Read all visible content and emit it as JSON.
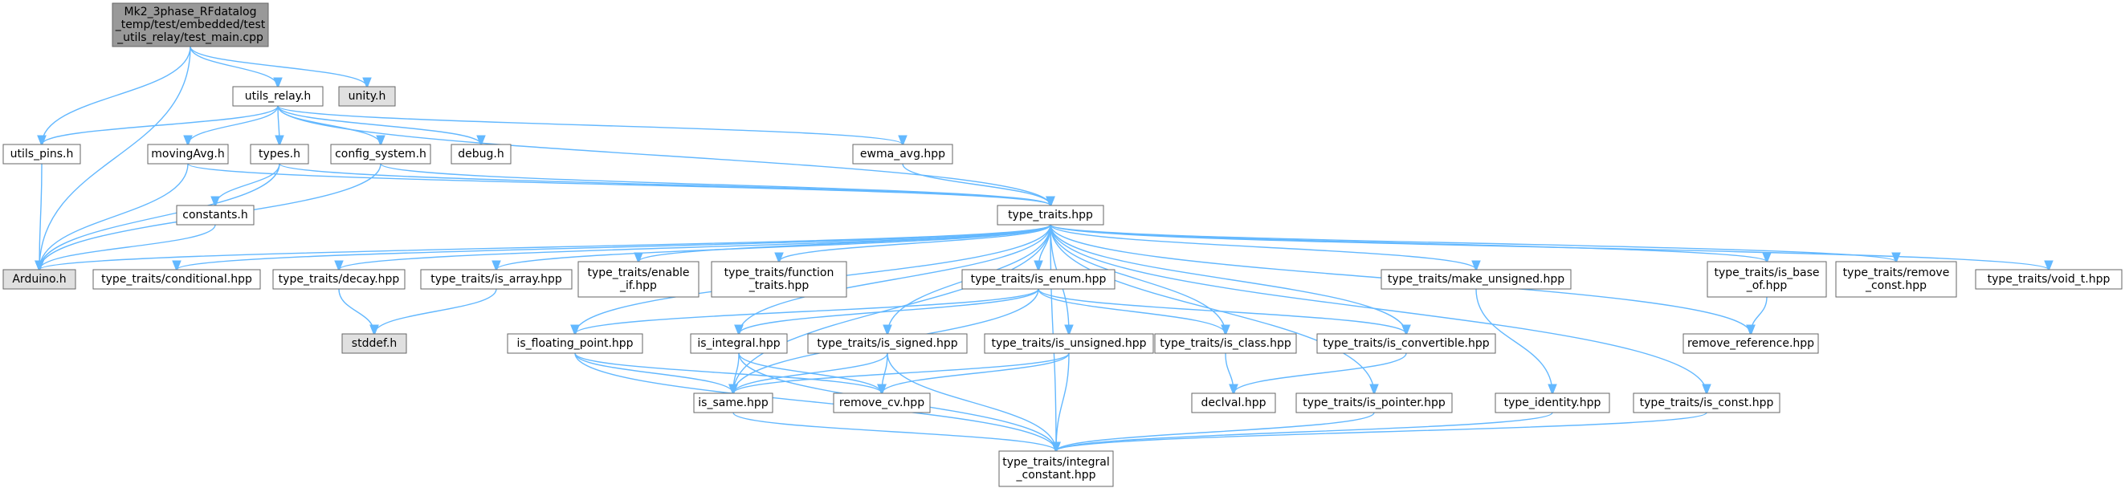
{
  "colors": {
    "edge": "#63b8ff",
    "node_border": "#666666",
    "node_fill": "#ffffff",
    "node_root_fill": "#999999",
    "node_external_fill": "#e0e0e0",
    "text": "#000000"
  },
  "nodes": [
    {
      "id": "root",
      "lines": [
        "Mk2_3phase_RFdatalog",
        "_temp/test/embedded/test",
        "_utils_relay/test_main.cpp"
      ],
      "style": "root"
    },
    {
      "id": "unity",
      "lines": [
        "unity.h"
      ],
      "style": "external"
    },
    {
      "id": "utils_relay",
      "lines": [
        "utils_relay.h"
      ],
      "style": "normal"
    },
    {
      "id": "utils_pins",
      "lines": [
        "utils_pins.h"
      ],
      "style": "normal"
    },
    {
      "id": "movingAvg",
      "lines": [
        "movingAvg.h"
      ],
      "style": "normal"
    },
    {
      "id": "types",
      "lines": [
        "types.h"
      ],
      "style": "normal"
    },
    {
      "id": "config_system",
      "lines": [
        "config_system.h"
      ],
      "style": "normal"
    },
    {
      "id": "debug",
      "lines": [
        "debug.h"
      ],
      "style": "normal"
    },
    {
      "id": "ewma_avg",
      "lines": [
        "ewma_avg.hpp"
      ],
      "style": "normal"
    },
    {
      "id": "constants",
      "lines": [
        "constants.h"
      ],
      "style": "normal"
    },
    {
      "id": "arduino",
      "lines": [
        "Arduino.h"
      ],
      "style": "external"
    },
    {
      "id": "type_traits",
      "lines": [
        "type_traits.hpp"
      ],
      "style": "normal"
    },
    {
      "id": "conditional",
      "lines": [
        "type_traits/conditional.hpp"
      ],
      "style": "normal"
    },
    {
      "id": "decay",
      "lines": [
        "type_traits/decay.hpp"
      ],
      "style": "normal"
    },
    {
      "id": "is_array",
      "lines": [
        "type_traits/is_array.hpp"
      ],
      "style": "normal"
    },
    {
      "id": "enable_if",
      "lines": [
        "type_traits/enable",
        "_if.hpp"
      ],
      "style": "normal"
    },
    {
      "id": "function_traits",
      "lines": [
        "type_traits/function",
        "_traits.hpp"
      ],
      "style": "normal"
    },
    {
      "id": "is_enum",
      "lines": [
        "type_traits/is_enum.hpp"
      ],
      "style": "normal"
    },
    {
      "id": "make_unsigned",
      "lines": [
        "type_traits/make_unsigned.hpp"
      ],
      "style": "normal"
    },
    {
      "id": "is_base_of",
      "lines": [
        "type_traits/is_base",
        "_of.hpp"
      ],
      "style": "normal"
    },
    {
      "id": "remove_const",
      "lines": [
        "type_traits/remove",
        "_const.hpp"
      ],
      "style": "normal"
    },
    {
      "id": "void_t",
      "lines": [
        "type_traits/void_t.hpp"
      ],
      "style": "normal"
    },
    {
      "id": "stddef",
      "lines": [
        "stddef.h"
      ],
      "style": "external"
    },
    {
      "id": "is_floating_point",
      "lines": [
        "is_floating_point.hpp"
      ],
      "style": "normal"
    },
    {
      "id": "is_integral",
      "lines": [
        "is_integral.hpp"
      ],
      "style": "normal"
    },
    {
      "id": "is_signed",
      "lines": [
        "type_traits/is_signed.hpp"
      ],
      "style": "normal"
    },
    {
      "id": "is_unsigned",
      "lines": [
        "type_traits/is_unsigned.hpp"
      ],
      "style": "normal"
    },
    {
      "id": "is_class",
      "lines": [
        "type_traits/is_class.hpp"
      ],
      "style": "normal"
    },
    {
      "id": "is_convertible",
      "lines": [
        "type_traits/is_convertible.hpp"
      ],
      "style": "normal"
    },
    {
      "id": "remove_reference",
      "lines": [
        "remove_reference.hpp"
      ],
      "style": "normal"
    },
    {
      "id": "is_same",
      "lines": [
        "is_same.hpp"
      ],
      "style": "normal"
    },
    {
      "id": "remove_cv",
      "lines": [
        "remove_cv.hpp"
      ],
      "style": "normal"
    },
    {
      "id": "declval",
      "lines": [
        "declval.hpp"
      ],
      "style": "normal"
    },
    {
      "id": "is_pointer",
      "lines": [
        "type_traits/is_pointer.hpp"
      ],
      "style": "normal"
    },
    {
      "id": "type_identity",
      "lines": [
        "type_identity.hpp"
      ],
      "style": "normal"
    },
    {
      "id": "is_const",
      "lines": [
        "type_traits/is_const.hpp"
      ],
      "style": "normal"
    },
    {
      "id": "integral_constant",
      "lines": [
        "type_traits/integral",
        "_constant.hpp"
      ],
      "style": "normal"
    }
  ],
  "edges": [
    [
      "root",
      "unity"
    ],
    [
      "root",
      "utils_relay"
    ],
    [
      "root",
      "utils_pins"
    ],
    [
      "root",
      "arduino"
    ],
    [
      "utils_relay",
      "utils_pins"
    ],
    [
      "utils_relay",
      "movingAvg"
    ],
    [
      "utils_relay",
      "types"
    ],
    [
      "utils_relay",
      "config_system"
    ],
    [
      "utils_relay",
      "debug"
    ],
    [
      "utils_relay",
      "ewma_avg"
    ],
    [
      "utils_relay",
      "type_traits"
    ],
    [
      "utils_pins",
      "arduino"
    ],
    [
      "movingAvg",
      "arduino"
    ],
    [
      "movingAvg",
      "type_traits"
    ],
    [
      "types",
      "constants"
    ],
    [
      "types",
      "arduino"
    ],
    [
      "types",
      "type_traits"
    ],
    [
      "config_system",
      "arduino"
    ],
    [
      "config_system",
      "type_traits"
    ],
    [
      "constants",
      "arduino"
    ],
    [
      "ewma_avg",
      "type_traits"
    ],
    [
      "type_traits",
      "arduino"
    ],
    [
      "type_traits",
      "conditional"
    ],
    [
      "type_traits",
      "decay"
    ],
    [
      "type_traits",
      "is_array"
    ],
    [
      "type_traits",
      "enable_if"
    ],
    [
      "type_traits",
      "function_traits"
    ],
    [
      "type_traits",
      "is_enum"
    ],
    [
      "type_traits",
      "make_unsigned"
    ],
    [
      "type_traits",
      "is_base_of"
    ],
    [
      "type_traits",
      "remove_const"
    ],
    [
      "type_traits",
      "void_t"
    ],
    [
      "type_traits",
      "is_floating_point"
    ],
    [
      "type_traits",
      "is_integral"
    ],
    [
      "type_traits",
      "is_signed"
    ],
    [
      "type_traits",
      "is_unsigned"
    ],
    [
      "type_traits",
      "is_class"
    ],
    [
      "type_traits",
      "is_convertible"
    ],
    [
      "type_traits",
      "remove_reference"
    ],
    [
      "type_traits",
      "is_same"
    ],
    [
      "type_traits",
      "is_pointer"
    ],
    [
      "type_traits",
      "is_const"
    ],
    [
      "type_traits",
      "integral_constant"
    ],
    [
      "decay",
      "stddef"
    ],
    [
      "is_array",
      "stddef"
    ],
    [
      "is_enum",
      "is_floating_point"
    ],
    [
      "is_enum",
      "is_integral"
    ],
    [
      "is_enum",
      "is_class"
    ],
    [
      "is_enum",
      "is_convertible"
    ],
    [
      "is_enum",
      "is_same"
    ],
    [
      "make_unsigned",
      "type_identity"
    ],
    [
      "is_base_of",
      "remove_reference"
    ],
    [
      "is_floating_point",
      "is_same"
    ],
    [
      "is_floating_point",
      "remove_cv"
    ],
    [
      "is_floating_point",
      "integral_constant"
    ],
    [
      "is_integral",
      "is_same"
    ],
    [
      "is_integral",
      "remove_cv"
    ],
    [
      "is_integral",
      "integral_constant"
    ],
    [
      "is_signed",
      "is_same"
    ],
    [
      "is_signed",
      "remove_cv"
    ],
    [
      "is_signed",
      "integral_constant"
    ],
    [
      "is_unsigned",
      "is_same"
    ],
    [
      "is_unsigned",
      "remove_cv"
    ],
    [
      "is_unsigned",
      "integral_constant"
    ],
    [
      "is_class",
      "declval"
    ],
    [
      "is_convertible",
      "declval"
    ],
    [
      "is_same",
      "integral_constant"
    ],
    [
      "is_pointer",
      "integral_constant"
    ],
    [
      "type_identity",
      "integral_constant"
    ],
    [
      "is_const",
      "integral_constant"
    ]
  ]
}
